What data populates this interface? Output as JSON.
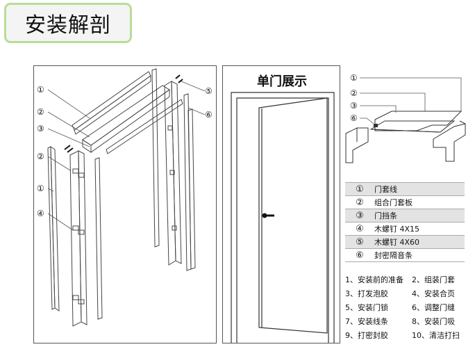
{
  "title": "安装解剖",
  "door_panel": {
    "title": "单门展示"
  },
  "callouts": {
    "left": [
      "①",
      "②",
      "③",
      "②",
      "①",
      "④"
    ],
    "left_right": [
      "⑤",
      "⑥"
    ],
    "section": [
      "①",
      "②",
      "③",
      "⑥"
    ]
  },
  "legend": [
    {
      "num": "①",
      "label": "门套线"
    },
    {
      "num": "②",
      "label": "组合门套板"
    },
    {
      "num": "③",
      "label": "门挡条"
    },
    {
      "num": "④",
      "label": "木螺钉 4X15"
    },
    {
      "num": "⑤",
      "label": "木螺钉 4X60"
    },
    {
      "num": "⑥",
      "label": "封密隔音条"
    }
  ],
  "steps": [
    [
      "1、安装前的准备",
      "2、组装门套"
    ],
    [
      "3、打发泡胶",
      "4、安装合页"
    ],
    [
      "5、安装门锁",
      "6、调整门缝"
    ],
    [
      "7、安装线条",
      "8、安装门吸"
    ],
    [
      "9、打密封胶",
      "10、清洁打扫"
    ]
  ],
  "colors": {
    "title_border": "#b9dc97",
    "title_bg": "#f4f4f4",
    "line": "#444444",
    "legend_shade": "#e3e3e3"
  }
}
